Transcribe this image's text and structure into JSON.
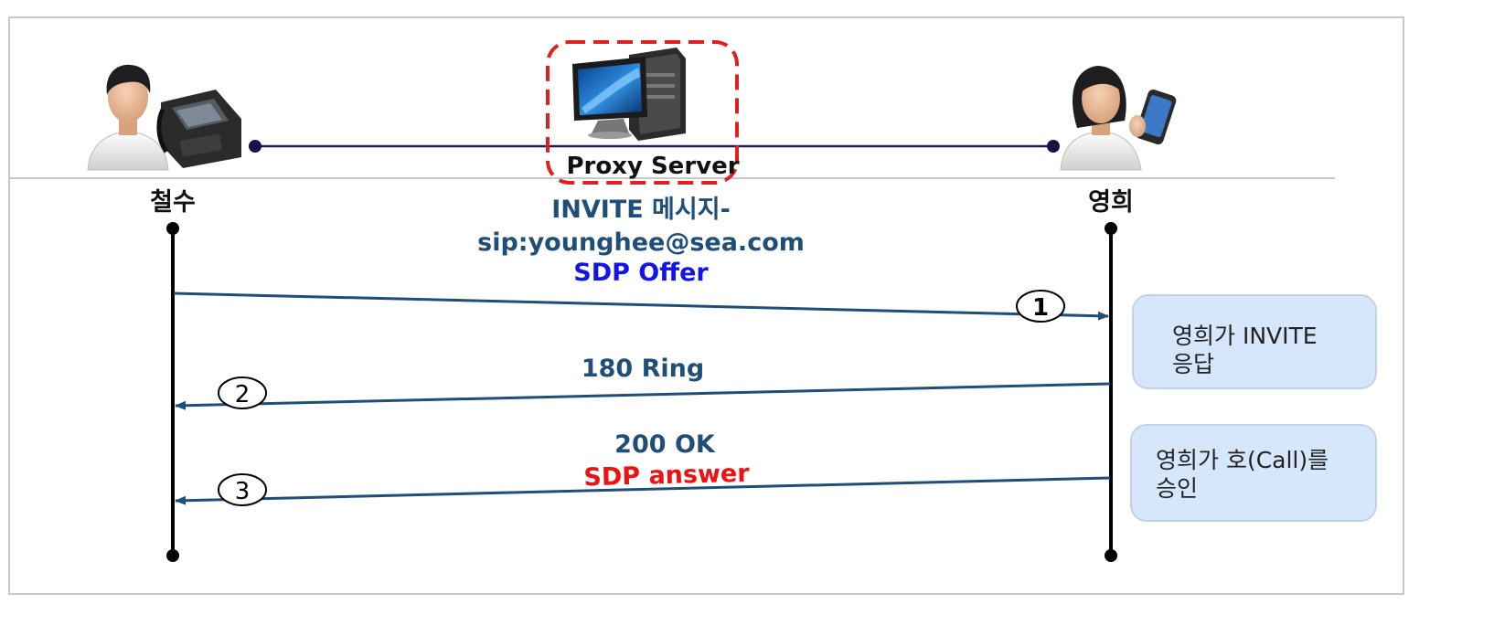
{
  "actors": {
    "left": {
      "name": "철수"
    },
    "right": {
      "name": "영희"
    }
  },
  "server": {
    "name": "Proxy Server"
  },
  "messages": [
    {
      "step": "1",
      "lines": [
        "INVITE 메시지-",
        "sip:younghee@sea.com"
      ],
      "sub": "SDP Offer",
      "sub_color": "#1414e6",
      "color": "#1f4e79"
    },
    {
      "step": "2",
      "lines": [
        "180 Ring"
      ],
      "color": "#1f4e79"
    },
    {
      "step": "3",
      "lines": [
        "200 OK"
      ],
      "sub": "SDP answer",
      "sub_color": "#ee1111",
      "color": "#1f4e79"
    }
  ],
  "notes": [
    {
      "lines": [
        "영희가 INVITE",
        "응답"
      ]
    },
    {
      "lines": [
        "영희가 호(Call)를",
        "승인"
      ]
    }
  ],
  "colors": {
    "arrow": "#1f4e79",
    "server_frame": "#e02020",
    "note_fill": "#d6e7fb",
    "lifeline": "#000000",
    "frame": "#c8c8c8"
  },
  "icons": {
    "left_actor": "man-with-desk-phone-icon",
    "right_actor": "woman-with-mobile-phone-icon",
    "server": "desktop-computer-icon"
  }
}
